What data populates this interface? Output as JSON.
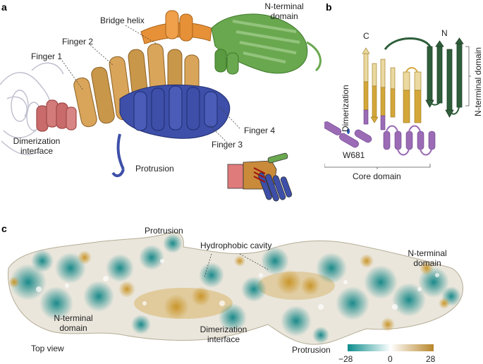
{
  "panels": {
    "a": {
      "letter": "a",
      "labels": {
        "n_terminal_domain": [
          "N-terminal",
          "domain"
        ],
        "bridge_helix": "Bridge helix",
        "finger2": "Finger 2",
        "finger1": "Finger 1",
        "finger4": "Finger 4",
        "finger3": "Finger 3",
        "dimerization_interface": [
          "Dimerization",
          "interface"
        ],
        "protrusion": "Protrusion"
      }
    },
    "b": {
      "letter": "b",
      "labels": {
        "c_term": "C",
        "n_term": "N",
        "dimerization": "Dimerization",
        "n_terminal_domain": "N-terminal domain",
        "w681": "W681",
        "core_domain": "Core domain"
      }
    },
    "c": {
      "letter": "c",
      "labels": {
        "protrusion_top": "Protrusion",
        "hydrophobic_cavity": "Hydrophobic cavity",
        "n_terminal_domain_right": [
          "N-terminal",
          "domain"
        ],
        "n_terminal_domain_left": [
          "N-terminal",
          "domain"
        ],
        "dimerization_interface": [
          "Dimerization",
          "interface"
        ],
        "protrusion_bottom": "Protrusion",
        "top_view": "Top view"
      },
      "colorbar": {
        "min_label": "−28",
        "mid_label": "0",
        "max_label": "28",
        "colors": [
          "#0c8c8c",
          "#ffffff",
          "#b8862a"
        ]
      }
    }
  },
  "colors": {
    "n_terminal": "#6aa84f",
    "bridge_orange": "#e69138",
    "finger_tan": "#c9974a",
    "finger_blue": "#3d4fa8",
    "dimer_red": "#c96b6b",
    "dimer_pink": "#e07b7b",
    "topology_green": "#2e5e3a",
    "topology_gold": "#d4a73a",
    "topology_pale": "#ead9a0",
    "topology_purple": "#9b6bb5",
    "surface_teal": "#2a9a9a",
    "surface_gold": "#c9a24a"
  }
}
